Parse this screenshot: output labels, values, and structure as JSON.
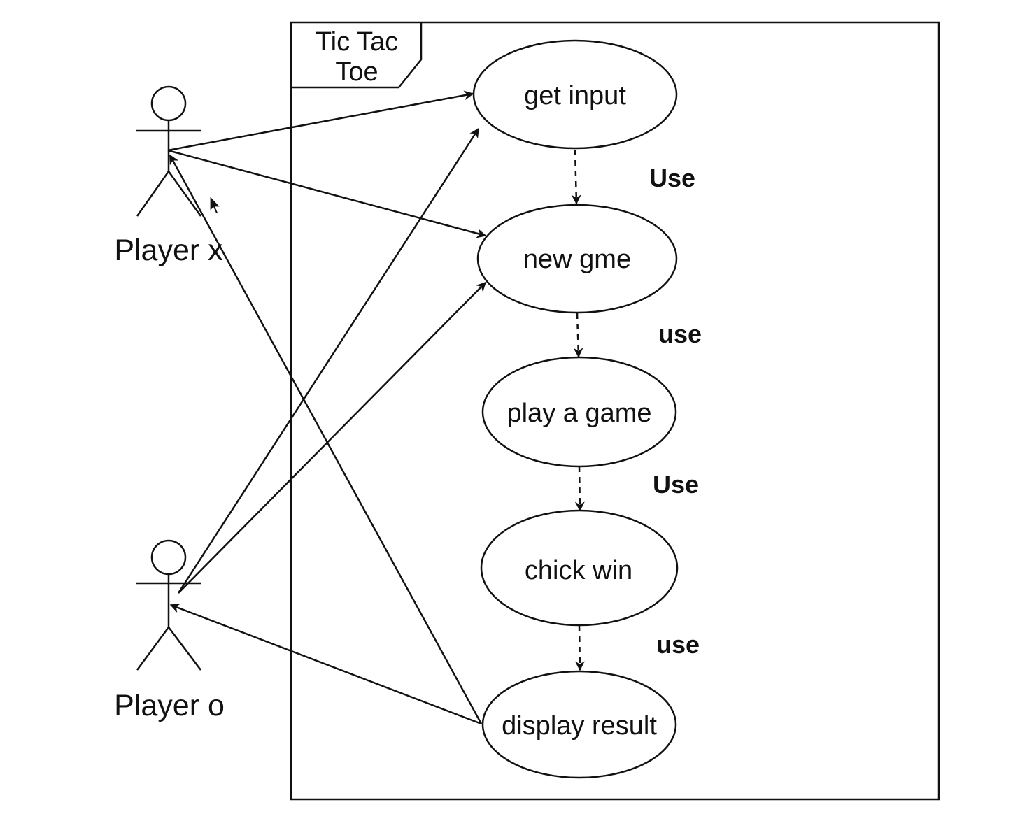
{
  "frame": {
    "label_line1": "Tic Tac",
    "label_line2": "Toe"
  },
  "actors": {
    "player_x": "Player x",
    "player_o": "Player o"
  },
  "use_cases": {
    "get_input": "get input",
    "new_game": "new gme",
    "play_game": "play a game",
    "check_win": "chick win",
    "display_result": "display result"
  },
  "relations": {
    "r1": "Use",
    "r2": "use",
    "r3": "Use",
    "r4": "use"
  }
}
